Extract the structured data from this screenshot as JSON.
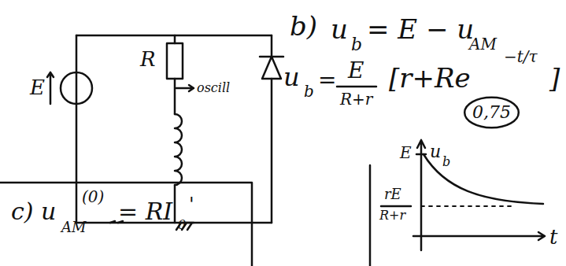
{
  "diagram": {
    "nodes": [
      {
        "text": [
          "0,75"
        ]
      }
    ],
    "labels": [
      "E",
      "R",
      "oscill",
      "b)",
      "u",
      "b",
      "= E − u",
      "AM",
      "u",
      "b",
      "=",
      "E",
      "R+r",
      "[r+Re",
      "−t/τ",
      "]",
      "E",
      "u",
      "b",
      "rE",
      "R+r",
      "t",
      "c) u",
      "AM",
      "(0)",
      "= RI",
      "0",
      "'"
    ]
  }
}
